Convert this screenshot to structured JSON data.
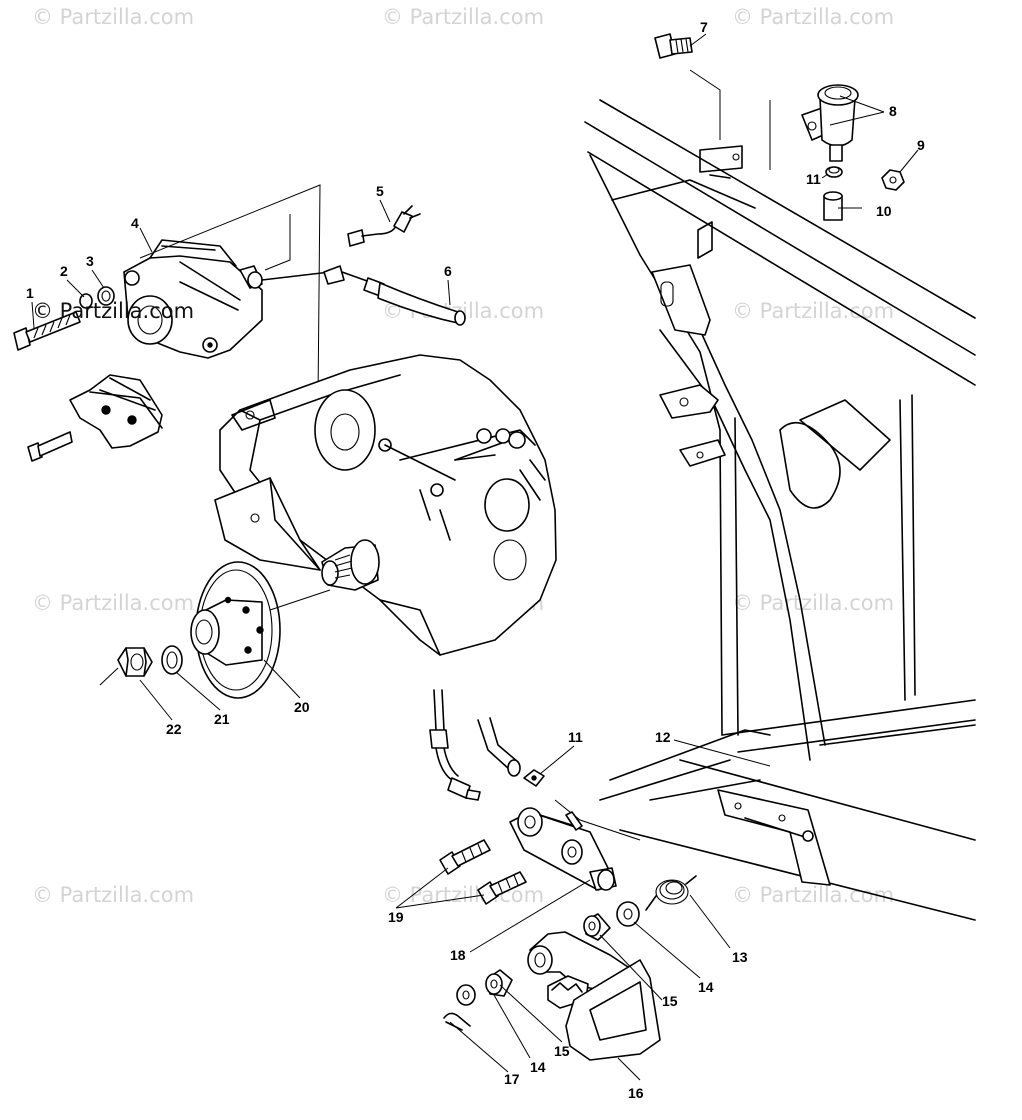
{
  "watermark": "© Partzilla.com",
  "callouts": {
    "c1": "1",
    "c2": "2",
    "c3": "3",
    "c4": "4",
    "c5": "5",
    "c6": "6",
    "c7": "7",
    "c8": "8",
    "c9": "9",
    "c10": "10",
    "c11a": "11",
    "c11b": "11",
    "c12": "12",
    "c13": "13",
    "c14a": "14",
    "c14b": "14",
    "c15a": "15",
    "c15b": "15",
    "c16": "16",
    "c17": "17",
    "c18": "18",
    "c19": "19",
    "c20": "20",
    "c21": "21",
    "c22": "22"
  }
}
